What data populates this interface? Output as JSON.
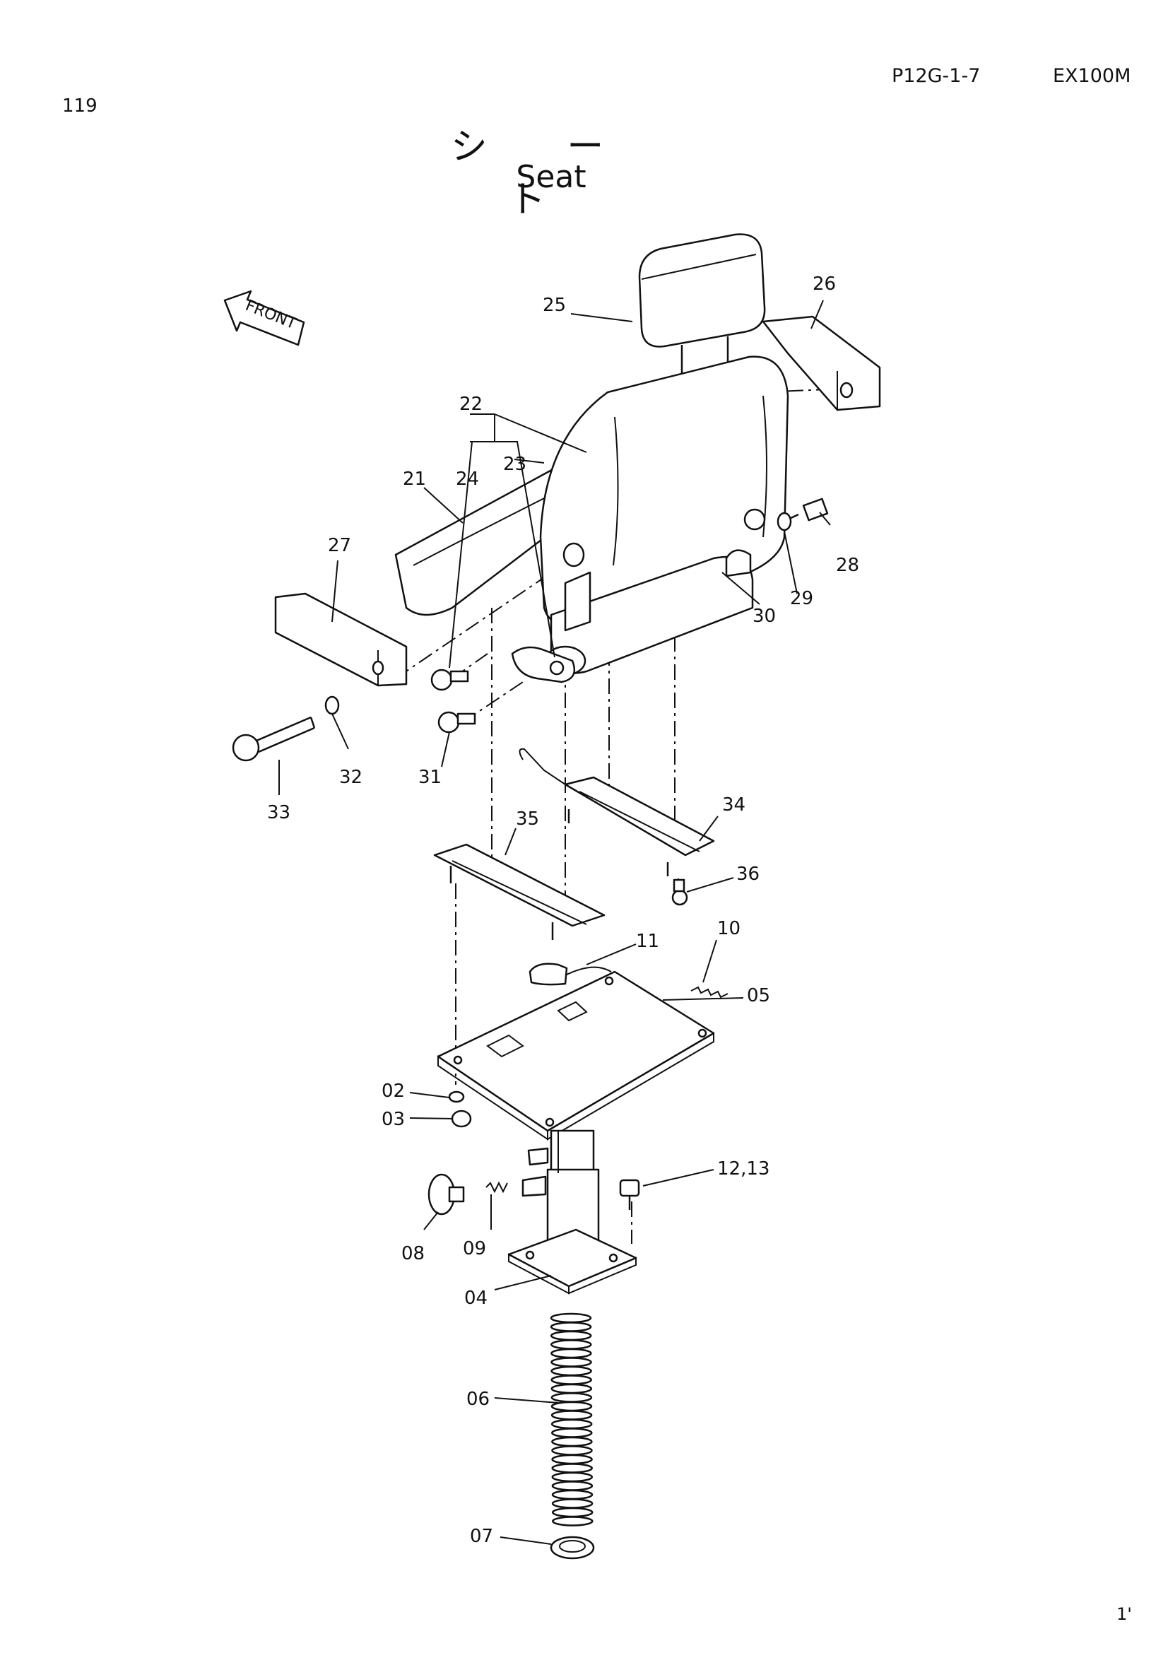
{
  "header": {
    "page_number": "119",
    "code": "P12G-1-7",
    "model": "EX100M",
    "footer_mark": "1'"
  },
  "title": {
    "japanese": "シ ー ト",
    "english": "Seat"
  },
  "front_arrow": "FRONT",
  "labels": {
    "p02": "02",
    "p03": "03",
    "p04": "04",
    "p05": "05",
    "p06": "06",
    "p07": "07",
    "p08": "08",
    "p09": "09",
    "p10": "10",
    "p11": "11",
    "p12_13": "12,13",
    "p21": "21",
    "p22": "22",
    "p23": "23",
    "p24": "24",
    "p25": "25",
    "p26": "26",
    "p27": "27",
    "p28": "28",
    "p29": "29",
    "p30": "30",
    "p31": "31",
    "p32": "32",
    "p33": "33",
    "p34": "34",
    "p35": "35",
    "p36": "36"
  }
}
